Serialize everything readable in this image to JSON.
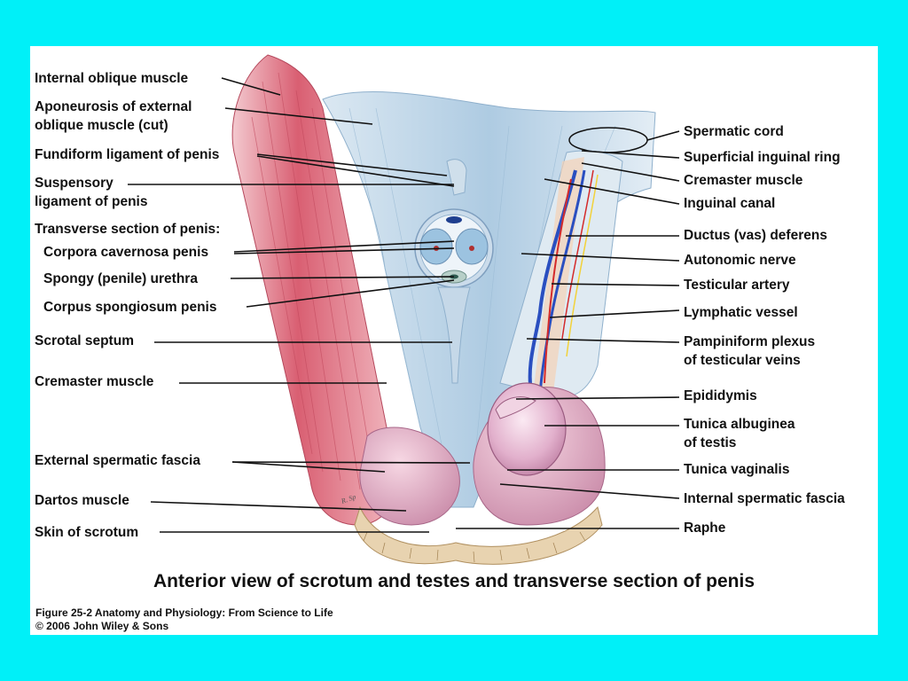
{
  "figure": {
    "title": "Anterior view of scrotum and testes and transverse section of penis",
    "credit_line1": "Figure 25-2 Anatomy and Physiology: From Science to Life",
    "credit_line2": "© 2006 John Wiley & Sons",
    "artist_signature": "R. Sp"
  },
  "colors": {
    "background": "#00f0f8",
    "panel": "#ffffff",
    "muscle": "#d85a6e",
    "fascia": "#b9d3e6",
    "testis": "#e6b4cf",
    "vein": "#2a4fc0",
    "artery": "#d42a2a"
  },
  "labels_left": {
    "internal_oblique": "Internal oblique muscle",
    "aponeurosis_1": "Aponeurosis of external",
    "aponeurosis_2": "oblique muscle (cut)",
    "fundiform": "Fundiform ligament of penis",
    "suspensory_1": "Suspensory",
    "suspensory_2": "ligament of penis",
    "transverse_heading": "Transverse section of penis:",
    "corpora_cavernosa": "Corpora cavernosa penis",
    "spongy_urethra": "Spongy (penile) urethra",
    "corpus_spongiosum": "Corpus spongiosum penis",
    "scrotal_septum": "Scrotal septum",
    "cremaster": "Cremaster muscle",
    "external_fascia": "External spermatic fascia",
    "dartos": "Dartos muscle",
    "skin": "Skin of scrotum"
  },
  "labels_right": {
    "spermatic_cord": "Spermatic cord",
    "superficial_ring": "Superficial inguinal ring",
    "cremaster": "Cremaster muscle",
    "inguinal_canal": "Inguinal canal",
    "ductus": "Ductus (vas) deferens",
    "autonomic": "Autonomic nerve",
    "testicular_artery": "Testicular artery",
    "lymphatic": "Lymphatic vessel",
    "pampiniform_1": "Pampiniform plexus",
    "pampiniform_2": "of testicular veins",
    "epididymis": "Epididymis",
    "tunica_albuginea_1": "Tunica albuginea",
    "tunica_albuginea_2": "of testis",
    "tunica_vaginalis": "Tunica vaginalis",
    "internal_fascia": "Internal spermatic fascia",
    "raphe": "Raphe"
  }
}
